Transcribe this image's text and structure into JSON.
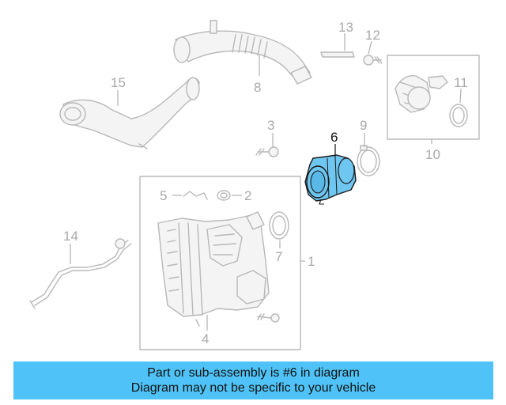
{
  "callouts": {
    "c1": "1",
    "c2": "2",
    "c3": "3",
    "c4": "4",
    "c5": "5",
    "c6": "6",
    "c7": "7",
    "c8": "8",
    "c9": "9",
    "c10": "10",
    "c11": "11",
    "c12": "12",
    "c13": "13",
    "c14": "14",
    "c15": "15"
  },
  "highlight": {
    "part": "6",
    "color": "#6fc6f0"
  },
  "banner": {
    "line1": "Part or sub-assembly is #6 in diagram",
    "line2": "Diagram may not be specific to your vehicle",
    "background": "#4fc3f7"
  }
}
